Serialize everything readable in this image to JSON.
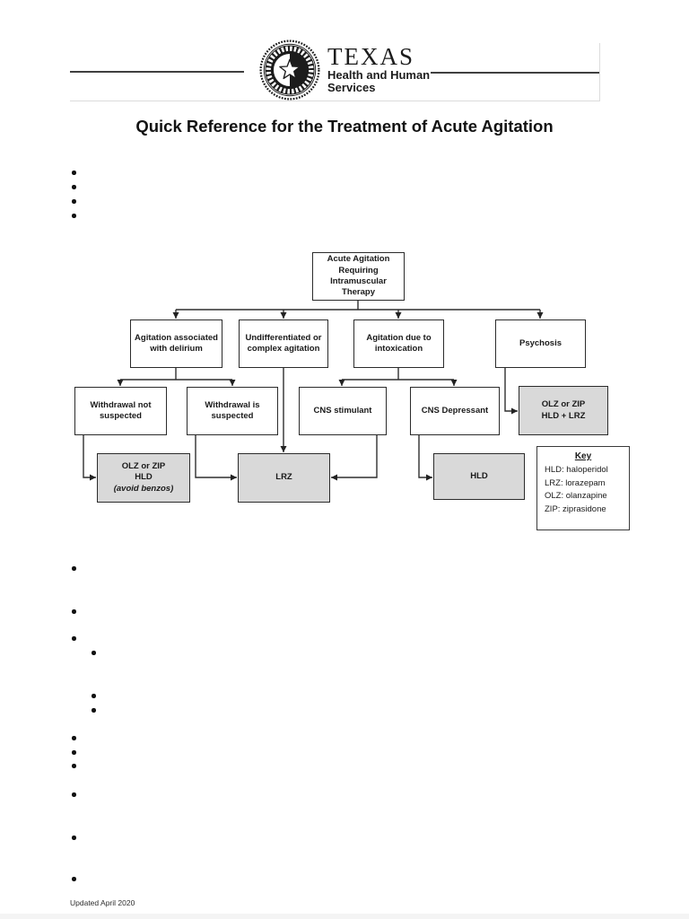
{
  "page": {
    "title": "Quick Reference for the Treatment of Acute Agitation",
    "footer_note": "Updated April 2020",
    "background": "#ffffff"
  },
  "header": {
    "logo": {
      "org": "TEXAS",
      "dept_line1": "Health and Human",
      "dept_line2": "Services",
      "seal_icon": "texas-state-seal"
    }
  },
  "bullets": {
    "intro_count": 4,
    "notes_top_level_count": 9,
    "notes_sub_level_count": 3
  },
  "flowchart": {
    "nodes": {
      "root": {
        "label": "Acute Agitation Requiring Intramuscular Therapy",
        "fill": "white"
      },
      "delirium": {
        "label": "Agitation associated with delirium",
        "fill": "white"
      },
      "undiff": {
        "label": "Undifferentiated or complex agitation",
        "fill": "white"
      },
      "intox": {
        "label": "Agitation due to intoxication",
        "fill": "white"
      },
      "psychosis": {
        "label": "Psychosis",
        "fill": "white"
      },
      "withdrawal_not": {
        "label": "Withdrawal not suspected",
        "fill": "white"
      },
      "withdrawal_is": {
        "label": "Withdrawal is suspected",
        "fill": "white"
      },
      "cns_stimulant": {
        "label": "CNS stimulant",
        "fill": "white"
      },
      "cns_depressant": {
        "label": "CNS Depressant",
        "fill": "white"
      },
      "olz_zip_hld_lrz": {
        "line1": "OLZ or ZIP",
        "line2": "HLD + LRZ",
        "fill": "gray"
      },
      "olz_zip_hld": {
        "line1": "OLZ or ZIP",
        "line2": "HLD",
        "line3": "(avoid benzos)",
        "fill": "gray"
      },
      "lrz": {
        "label": "LRZ",
        "fill": "gray"
      },
      "hld": {
        "label": "HLD",
        "fill": "gray"
      }
    },
    "edges": [
      {
        "from": "root",
        "to": "delirium"
      },
      {
        "from": "root",
        "to": "undiff"
      },
      {
        "from": "root",
        "to": "intox"
      },
      {
        "from": "root",
        "to": "psychosis"
      },
      {
        "from": "delirium",
        "to": "withdrawal_not"
      },
      {
        "from": "delirium",
        "to": "withdrawal_is"
      },
      {
        "from": "undiff",
        "to": "lrz"
      },
      {
        "from": "intox",
        "to": "cns_stimulant"
      },
      {
        "from": "intox",
        "to": "cns_depressant"
      },
      {
        "from": "psychosis",
        "to": "olz_zip_hld_lrz"
      },
      {
        "from": "withdrawal_not",
        "to": "olz_zip_hld"
      },
      {
        "from": "withdrawal_is",
        "to": "lrz"
      },
      {
        "from": "cns_stimulant",
        "to": "lrz"
      },
      {
        "from": "cns_depressant",
        "to": "hld"
      }
    ],
    "key": {
      "title": "Key",
      "entries": [
        "HLD: haloperidol",
        "LRZ: lorazepam",
        "OLZ: olanzapine",
        "ZIP: ziprasidone"
      ]
    },
    "colors": {
      "treatment_fill": "#d9d9d9",
      "box_border": "#2b2b2b",
      "connector": "#2f2f2f",
      "header_rule": "#3f3f3f"
    }
  }
}
